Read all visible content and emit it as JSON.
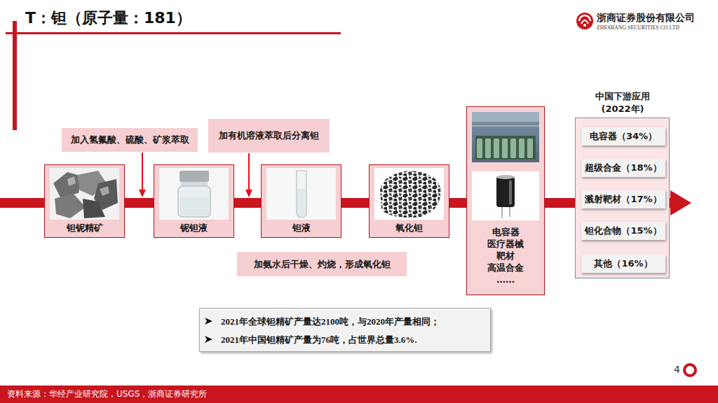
{
  "diagram": {
    "title": "T：钽（原子量：181）",
    "nodes": [
      {
        "text": [
          "钽铌精矿"
        ]
      },
      {
        "text": [
          "加入氢氟酸、硫酸、矿浆萃取"
        ]
      },
      {
        "text": [
          "铌钽液"
        ]
      },
      {
        "text": [
          "加有机溶液萃取后分离钽"
        ]
      },
      {
        "text": [
          "钽液"
        ]
      },
      {
        "text": [
          "加氨水后干燥、灼烧，形成氧化钽"
        ]
      },
      {
        "text": [
          "氧化钽"
        ]
      },
      {
        "text": [
          "电容器",
          "医疗器械",
          "靶材",
          "高温合金",
          "……"
        ]
      },
      {
        "text": [
          "中国下游应用 (2022年)"
        ]
      },
      {
        "text": [
          "电容器（34%）"
        ],
        "in": 8
      },
      {
        "text": [
          "超级合金（18%）"
        ],
        "in": 8
      },
      {
        "text": [
          "溅射靶材（17%）"
        ],
        "in": 8
      },
      {
        "text": [
          "钽化合物（15%）"
        ],
        "in": 8
      },
      {
        "text": [
          "其他（16%）"
        ],
        "in": 8
      },
      {
        "text": [
          "2021年全球钽精矿产量达2100吨，与2020年产量相同；",
          "2021年中国钽精矿产量为76吨，占世界总量3.6%."
        ]
      },
      {
        "text": [
          "资料来源：华经产业研究院，USGS，浙商证券研究所"
        ]
      }
    ],
    "edges": [
      {
        "from": 0,
        "to": 2,
        "arrow": "none"
      },
      {
        "from": 2,
        "to": 4,
        "arrow": "none"
      },
      {
        "from": 4,
        "to": 6,
        "arrow": "none"
      },
      {
        "from": 6,
        "to": 7,
        "arrow": "none"
      },
      {
        "from": 7,
        "to": 8,
        "arrow": "none"
      }
    ],
    "labels": [
      "浙商证券股份有限公司",
      "ZHESHANG SECURITIES CO.LTD",
      "4"
    ]
  }
}
